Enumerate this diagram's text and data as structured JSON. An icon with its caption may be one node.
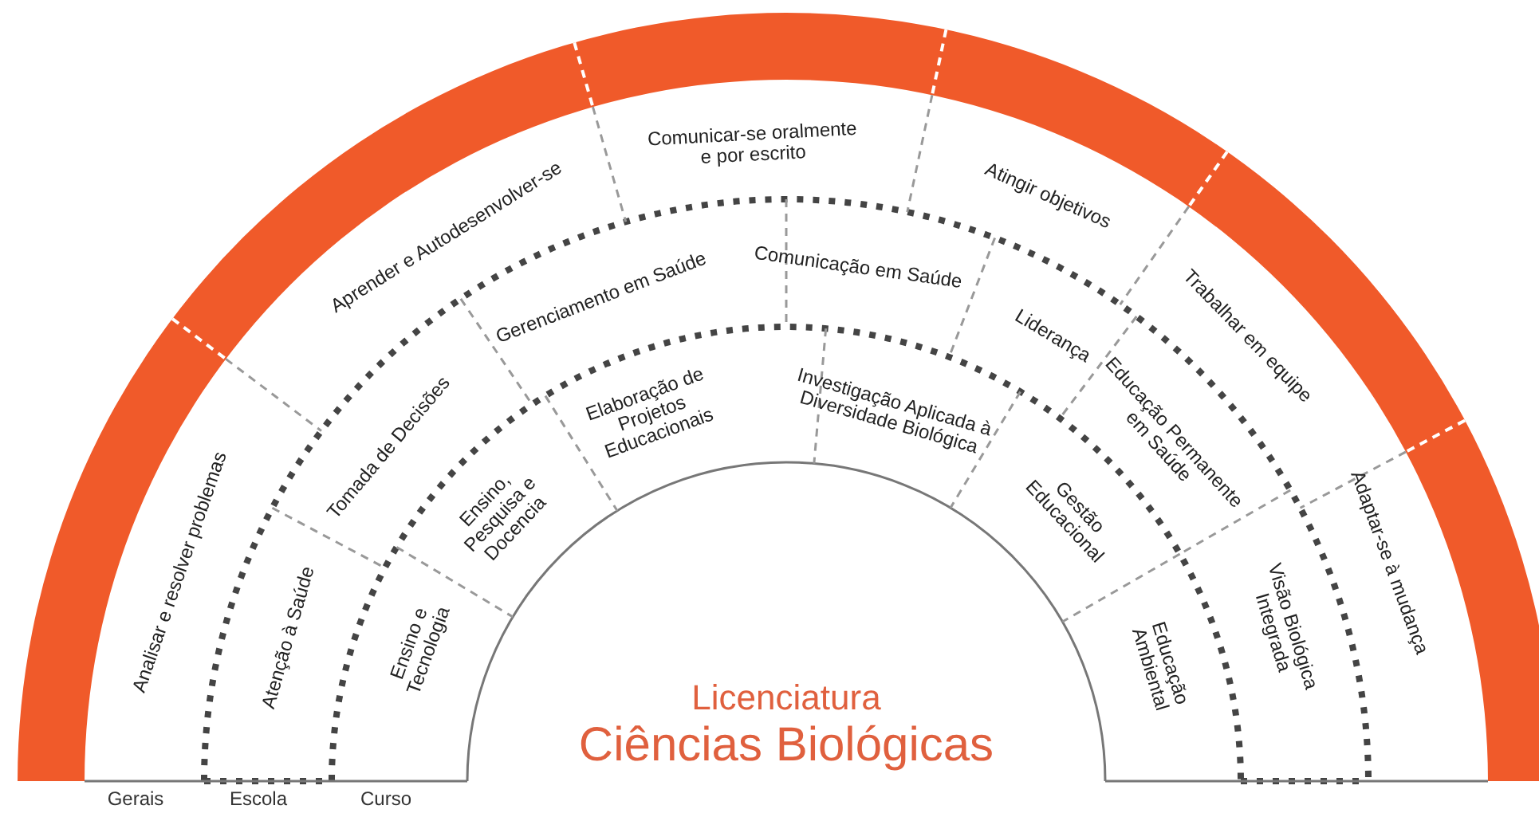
{
  "diagram": {
    "labels": [
      "Aprender e Autodesenvolver-se",
      "Comunicar-se oralmente e por escrito",
      "Atingir objetivos",
      "Gerenciamento em Saúde",
      "Comunicação em Saúde",
      "Liderança",
      "Trabalhar em equipe",
      "Tomada de Decisões",
      "Elaboração de Projetos Educacionais",
      "Investigação Aplicada à Diversidade Biológica",
      "Educação Permanente em Saúde",
      "Ensino, Pesquisa e Docencia",
      "Gestão Educacional",
      "Analisar e resolver problemas",
      "Atenção à Saúde",
      "Ensino e Tecnologia",
      "Educação Ambiental",
      "Visão Biológica Integrada",
      "Adaptar-se à mudança",
      "Licenciatura",
      "Ciências Biológicas",
      "Gerais",
      "Escola",
      "Curso"
    ]
  }
}
